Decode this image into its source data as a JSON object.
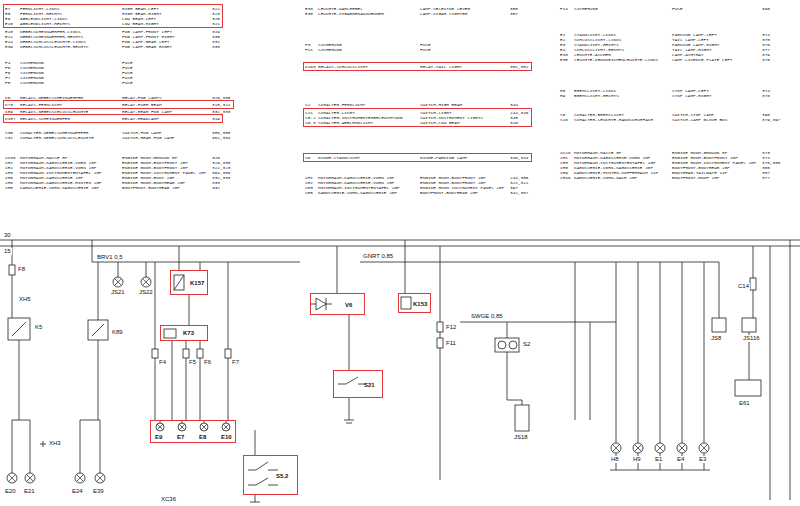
{
  "diagram": {
    "nodes": [
      {
        "text": [
          "E7",
          "FERNLICHT-LINKS",
          "HIGH BEAM-LEFT",
          "322",
          "E8",
          "FERNLICHT-RECHTS",
          "HIGH BEAM-RIGHT",
          "323",
          "E9",
          "ABBLENDLICHT-LINKS",
          "LOW BEAM-LEFT",
          "320",
          "E10",
          "ABBLENDLICHT-RECHTS",
          "LOW BEAM-RIGHT",
          "321"
        ]
      },
      {
        "text": [
          "K73",
          "RELAIS-FERNLICHT",
          "RELAY-HIGH BEAM",
          "320,321"
        ]
      },
      {
        "text": [
          "K157",
          "RELAIS-SCHEINWERFER",
          "RELAY-HEADLAMP",
          "319"
        ]
      },
      {
        "text": [
          "K153",
          "RELAIS-SCHLUSSLICHT",
          "RELAY-TAIL LIGHT",
          "351,352"
        ]
      },
      {
        "text": [
          "S21",
          "SCHALTER-LICHT",
          "SWITCH-LIGHT",
          "244,346",
          "S5.2",
          "SCHALTER-INSTRUMENTENBELEUCHTUNG",
          "SWITCH-INSTRUMENT LIGHTS",
          "345",
          "S5.3",
          "SCHALTER-ABBLENDLICHT",
          "SWITCH-LOW BEAM",
          "320"
        ]
      },
      {
        "text": [
          "V6",
          "DIODE-STANDLICHT",
          "DIODE-PARKING LAMP",
          "346,344"
        ]
      },
      {
        "text": [
          "K157"
        ]
      },
      {
        "text": [
          "K73"
        ]
      },
      {
        "text": [
          "E9",
          "E7",
          "E8",
          "E10"
        ]
      },
      {
        "text": [
          "V6"
        ]
      },
      {
        "text": [
          "K153"
        ]
      },
      {
        "text": [
          "S21"
        ]
      },
      {
        "text": [
          "S5.2"
        ]
      }
    ],
    "edges": [
      {
        "from": 6,
        "to": 7,
        "arrow": "none"
      },
      {
        "from": 7,
        "to": 8,
        "arrow": "none"
      },
      {
        "from": 9,
        "to": 11,
        "arrow": "none"
      }
    ],
    "labels": [
      "E20",
      "NEBELSCHEINWERFER-LINKS",
      "FOG LAMP-FRONT LEFT",
      "329",
      "E21",
      "NEBELSCHEINWERFER-RECHTS",
      "FOG LAMP-FRONT RIGHT",
      "330",
      "E24",
      "NEBELSCHLUSSLEUCHTE-LINKS",
      "FOG LAMP-REAR LEFT",
      "332",
      "E39",
      "NEBELSCHLUSSLEUCHTE-RECHTS",
      "FOG LAMP-REAR RIGHT",
      "333",
      "F4",
      "SICHERUNG",
      "FUSE",
      "F5",
      "SICHERUNG",
      "FUSE",
      "F6",
      "SICHERUNG",
      "FUSE",
      "F7",
      "SICHERUNG",
      "FUSE",
      "F8",
      "SICHERUNG",
      "FUSE",
      "K5",
      "RELAIS-NEBELSCHEINWERFER",
      "RELAY-FOG LAMPS",
      "329,330",
      "K89",
      "RELAIS-NEBELSCHLUSSLEUCHTE",
      "RELAY-REAR FOG LAMP",
      "332,333",
      "S30",
      "SCHALTER-NEBELSCHEINWERFER",
      "SWITCH-FOG LAMP",
      "386,388",
      "S31",
      "SCHALTER-NEBELSCHLUSSLEUCHTE",
      "SWITCH-REAR FOG LAMP",
      "362,334",
      "XC36",
      "MOTORRAUM-MASSE 8P",
      "ENGINE ROOM-GROUND 8P",
      "320",
      "XH1",
      "MOTORRAUM-KAROSSERIE-VORN 20P",
      "ENGINE ROOM-BODYFRONT 20P",
      "329,330",
      "XH2",
      "MOTORRAUM-KAROSSERIE-VORN 20P",
      "ENGINE ROOM-BODYFRONT 20P",
      "322,323",
      "XH3",
      "MOTORRAUM-INSTRUMENTENTAFEL 20P",
      "ENGINE ROOM-INSTRUMENT PANEL 20P",
      "384,386",
      "XH5",
      "MOTORRAUM-KAROSSERIE 20P",
      "ENGINE ROOM-BODY 20P",
      "332,333",
      "XH6",
      "MOTORRAUM-KAROSSERIE-HINTEN 20P",
      "ENGINE ROOM-BODYREAR 20P",
      "333",
      "XH8",
      "KAROSSERIE-VORN-KAROSSERIE 20P",
      "BODYFRONT-BODYREAR 20P",
      "332",
      "E33",
      "LEUCHTE-WAHLHEBEL",
      "LAMP-SELECTOR LEVER",
      "358",
      "E38",
      "LEUCHTE-ZIGARRENANZUENDER",
      "LAMP-CIGAR LIGHTER",
      "357",
      "F3",
      "SICHERUNG",
      "FUSE",
      "F11",
      "SICHERUNG",
      "FUSE",
      "S2",
      "SCHALTER-FERNLICHT",
      "SWITCH-HIGH BEAM",
      "344",
      "XH1",
      "MOTORRAUM-KAROSSERIE-VORN 20P",
      "ENGINE ROOM-BODYFRONT 20P",
      "244,358",
      "XH2",
      "MOTORRAUM-KAROSSERIE-VORN 20P",
      "ENGINE ROOM-BODYFRONT 20P",
      "321,322",
      "XH3",
      "MOTORRAUM-INSTRUMENTENTAFEL 20P",
      "ENGINE ROOM-INSTRUMENT PANEL 20P",
      "397",
      "XH8",
      "KAROSSERIE-VORN-KAROSSERIE 20P",
      "BODYFRONT-BODYREAR 20P",
      "342,367",
      "F14",
      "SICHERUNG",
      "FUSE",
      "390",
      "E1",
      "STANDLICHT-LINKS",
      "PARKING LAMP-LEFT",
      "374",
      "E2",
      "SCHLUSSLICHT-LINKS",
      "TAIL LAMP-LEFT",
      "375",
      "E3",
      "STANDLICHT-RECHTS",
      "PARKING LAMP-RIGHT",
      "376",
      "E4",
      "SCHLUSSLICHT-RECHTS",
      "TAIL LAMP-RIGHT",
      "377",
      "E33",
      "LEUCHTE-ASCHER",
      "LAMP-ASHTRAY",
      "379",
      "E38",
      "LEUCHTE-KENNZEICHENLEUCHTE-LINKS",
      "LAMP-LICENSE PLATE LEFT",
      "378",
      "H8",
      "BREMSLICHT-LINKS",
      "STOP LAMP-LEFT",
      "374",
      "H9",
      "BREMSLICHT-RECHTS",
      "STOP LAMP-RIGHT",
      "376",
      "S8",
      "SCHALTER-BREMSLICHT",
      "SWITCH-STOP LAMP",
      "390",
      "S16",
      "SCHALTER-LEUCHTE-HANDSCHUHFACH",
      "SWITCH-LAMP GLOVE BOX",
      "379,397",
      "XC26",
      "MOTORRAUM-MASSE 8P",
      "ENGINE ROOM-GROUND 8P",
      "373",
      "XH1",
      "MOTORRAUM-KAROSSERIE-VORN 20P",
      "ENGINE ROOM-BODYFRONT 20P",
      "374",
      "XH3",
      "MOTORRAUM-INSTRUMENTENTAFEL 20P",
      "ENGINE ROOM-INSTRUMENT PANEL 20P",
      "376,386",
      "XH8",
      "KAROSSERIE-VORN-KAROSSERIE 20P",
      "BODYFRONT-BODYREAR 20P",
      "380",
      "XH9",
      "KAROSSERIE-HINTEN-KOFFERRAUM 14P",
      "BODYREAR-TAILGATE 14P",
      "387",
      "XH46",
      "KAROSSERIE-VORN-DACH 20P",
      "BODYFRONT-ROOF 20P",
      "377",
      "30",
      "15",
      "BRV1 0,5",
      "F8",
      "JS21",
      "JS22",
      "XH5",
      "K5",
      "K89",
      "F4",
      "F5",
      "F6",
      "F7",
      "XH3",
      "E20",
      "E21",
      "E24",
      "E39",
      "XC36",
      "GNRT 0,85",
      "F12",
      "F11",
      "SWGE 0,85",
      "S2",
      "JS18",
      "C14",
      "JS8",
      "JS116",
      "E61",
      "H8",
      "H9",
      "E1",
      "E4",
      "E3"
    ]
  }
}
